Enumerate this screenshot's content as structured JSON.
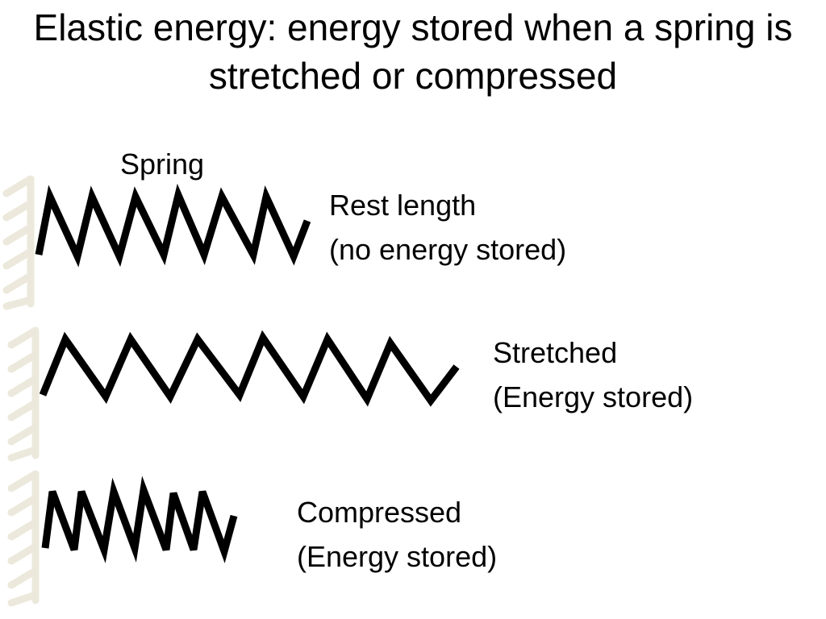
{
  "title": "Elastic energy: energy stored when a spring is stretched or compressed",
  "spring_label": "Spring",
  "states": [
    {
      "name": "rest",
      "line1": "Rest length",
      "line2": "(no energy stored)"
    },
    {
      "name": "stretched",
      "line1": "Stretched",
      "line2": "(Energy stored)"
    },
    {
      "name": "compressed",
      "line1": "Compressed",
      "line2": "(Energy stored)"
    }
  ],
  "colors": {
    "spring": "#000000",
    "wall": "#ece9dc",
    "text": "#000000"
  }
}
